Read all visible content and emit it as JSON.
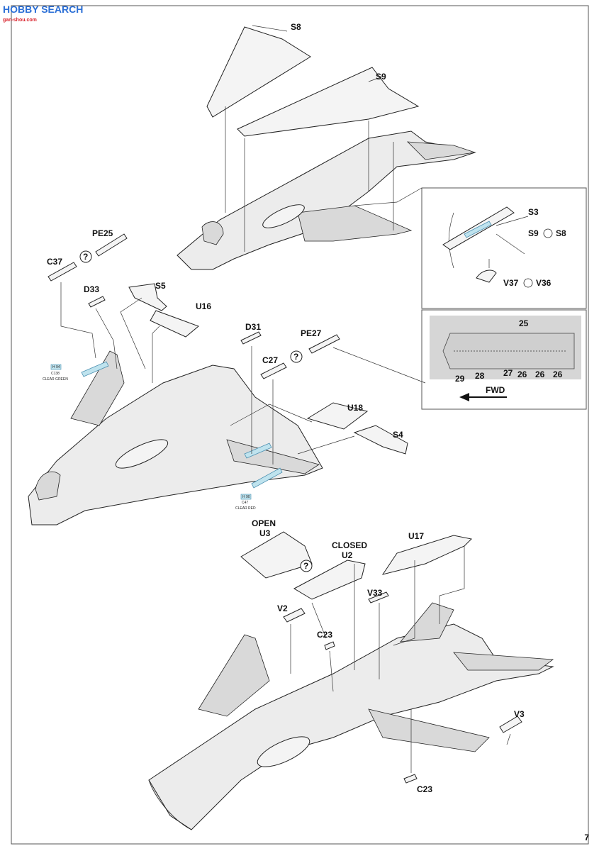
{
  "watermark": {
    "line1": "HOBBY SEARCH",
    "line2": "gan-shou.com"
  },
  "page_number": "7",
  "labels": {
    "s8": "S8",
    "s9": "S9",
    "s3": "S3",
    "s9_s8": "S9",
    "s8b": "S8",
    "v37": "V37",
    "v36": "V36",
    "pe25": "PE25",
    "c37": "C37",
    "d33": "D33",
    "s5": "S5",
    "u16": "U16",
    "d31": "D31",
    "pe27": "PE27",
    "c27": "C27",
    "u18": "U18",
    "s4": "S4",
    "open": "OPEN",
    "u3": "U3",
    "closed": "CLOSED",
    "u2": "U2",
    "u17": "U17",
    "v33": "V33",
    "v2": "V2",
    "c23": "C23",
    "v3": "V3",
    "c23b": "C23",
    "fwd": "FWD",
    "pe_n25": "25",
    "pe_n27": "27",
    "pe_n26a": "26",
    "pe_n26b": "26",
    "pe_n26c": "26",
    "pe_n28": "28",
    "pe_n29": "29"
  },
  "paint_callouts": {
    "green": {
      "code": "H 94",
      "part": "C138",
      "text": "CLEAR GREEN"
    },
    "red": {
      "code": "H 90",
      "part": "C47",
      "text": "CLEAR RED"
    }
  },
  "question_mark": "?"
}
